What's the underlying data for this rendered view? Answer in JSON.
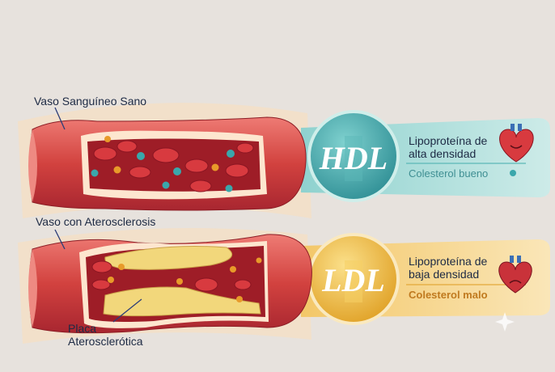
{
  "labels": {
    "healthy_vessel": "Vaso Sanguíneo Sano",
    "atherosclerosis_vessel": "Vaso con Aterosclerosis",
    "plaque_line1": "Placa",
    "plaque_line2": "Aterosclerótica"
  },
  "hdl": {
    "badge": "HDL",
    "title_line1": "Lipoproteína de",
    "title_line2": "alta densidad",
    "subtitle": "Colesterol bueno",
    "icon": "happy-heart-icon",
    "color": "#3aa7ab"
  },
  "ldl": {
    "badge": "LDL",
    "title_line1": "Lipoproteína de",
    "title_line2": "baja densidad",
    "subtitle": "Colesterol malo",
    "icon": "sad-heart-icon",
    "color": "#e3a93a"
  },
  "colors": {
    "vessel_wall": "#d2423f",
    "blood": "#9e1d27",
    "plaque": "#f2d77b",
    "background": "#e7e2dd"
  }
}
